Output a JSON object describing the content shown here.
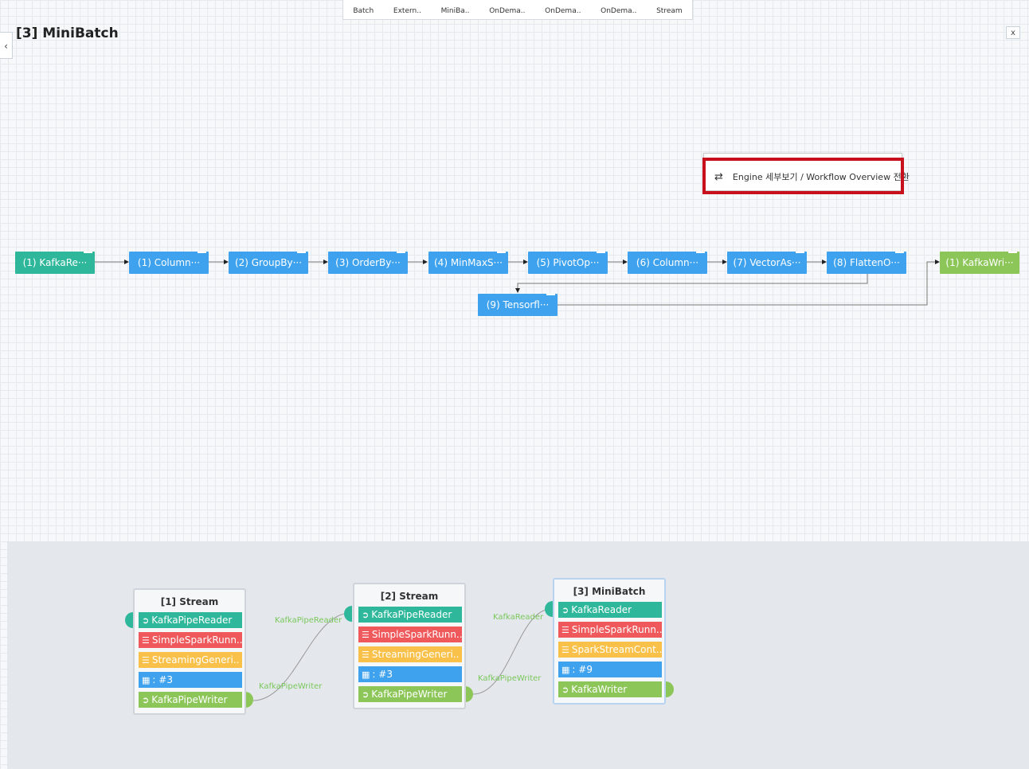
{
  "toolbar": {
    "items": [
      "Batch",
      "Extern..",
      "MiniBa..",
      "OnDema..",
      "OnDema..",
      "OnDema..",
      "Stream"
    ]
  },
  "page": {
    "title": "[3] MiniBatch",
    "collapse": "‹",
    "close": "x"
  },
  "context_menu": {
    "switch_icon": "⇄",
    "item": "Engine 세부보기 / Workflow Overview 전환"
  },
  "pipeline": {
    "nodes": [
      "(1) KafkaRe···",
      "(1) Column···",
      "(2) GroupBy···",
      "(3) OrderBy···",
      "(4) MinMaxS···",
      "(5) PivotOp···",
      "(6) Column···",
      "(7) VectorAs···",
      "(8) FlattenO···",
      "(1) KafkaWri···",
      "(9) Tensorfl···"
    ],
    "remove_icon": "✕"
  },
  "overview": {
    "engines": [
      {
        "title": "[1] Stream",
        "components": [
          "KafkaPipeReader",
          "SimpleSparkRunn..",
          "StreamingGeneri..",
          ": #3",
          "KafkaPipeWriter"
        ]
      },
      {
        "title": "[2] Stream",
        "components": [
          "KafkaPipeReader",
          "SimpleSparkRunn..",
          "StreamingGeneri..",
          ": #3",
          "KafkaPipeWriter"
        ]
      },
      {
        "title": "[3] MiniBatch",
        "components": [
          "KafkaReader",
          "SimpleSparkRunn..",
          "SparkStreamCont..",
          ": #9",
          "KafkaWriter"
        ]
      }
    ],
    "edge_labels": [
      "KafkaPipeReader",
      "KafkaPipeWriter",
      "KafkaReader",
      "KafkaPipeWriter"
    ]
  },
  "colors": {
    "reader": "#2eb79a",
    "runner": "#f0595c",
    "generator": "#fac14a",
    "model": "#3fa2ee",
    "writer": "#8cc658",
    "highlight": "#c8101c"
  }
}
